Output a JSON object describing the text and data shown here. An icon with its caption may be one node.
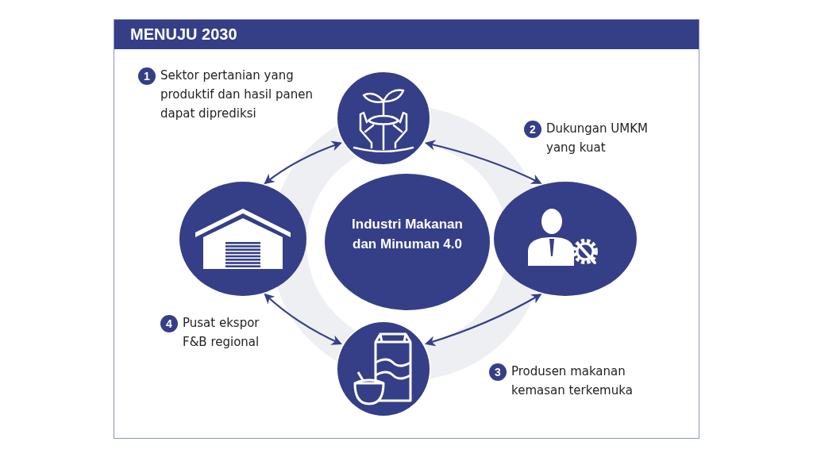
{
  "diagram": {
    "nodes": [
      {
        "text": [
          "MENUJU 2030"
        ]
      },
      {
        "text": [
          "Industri Makanan dan Minuman 4.0"
        ],
        "in": 0
      },
      {
        "text": [],
        "shape": "circle",
        "in": 0,
        "beside": [
          "1",
          "Sektor pertanian yang produktif dan hasil panen dapat diprediksi"
        ]
      },
      {
        "text": [],
        "shape": "circle",
        "in": 0,
        "beside": [
          "2",
          "Dukungan UMKM yang kuat"
        ]
      },
      {
        "text": [],
        "shape": "circle",
        "in": 0,
        "beside": [
          "3",
          "Produsen makanan kemasan terkemuka"
        ]
      },
      {
        "text": [],
        "shape": "circle",
        "in": 0,
        "beside": [
          "4",
          "Pusat ekspor F&B regional"
        ]
      }
    ],
    "edges": [
      {
        "from": 2,
        "to": 5,
        "arrow": "both"
      },
      {
        "from": 2,
        "to": 3,
        "arrow": "both"
      },
      {
        "from": 3,
        "to": 4,
        "arrow": "both"
      },
      {
        "from": 4,
        "to": 5,
        "arrow": "both"
      }
    ]
  }
}
